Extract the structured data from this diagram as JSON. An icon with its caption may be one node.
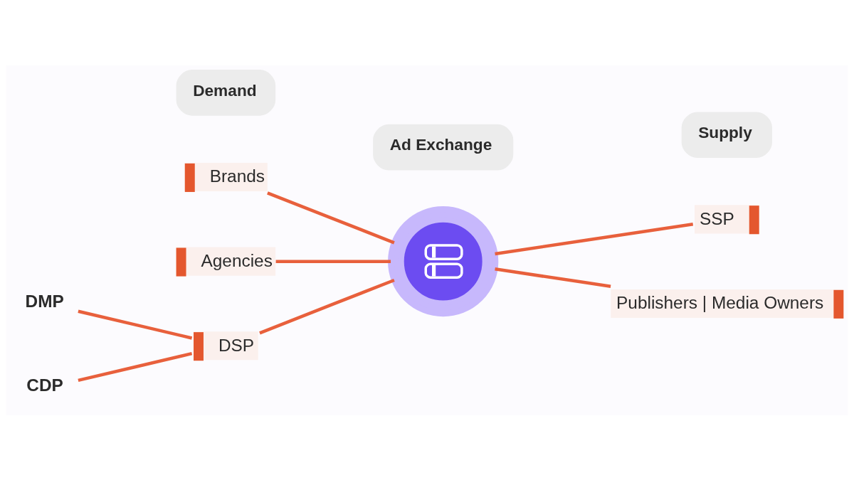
{
  "diagram": {
    "nodes": [
      {
        "text": [
          "Brands"
        ]
      },
      {
        "text": [
          "Agencies"
        ]
      },
      {
        "text": [
          "DMP"
        ]
      },
      {
        "text": [
          "CDP"
        ]
      },
      {
        "text": [
          "DSP"
        ]
      },
      {
        "text": [
          "Demand"
        ]
      },
      {
        "text": [
          "Ad Exchange"
        ]
      },
      {
        "text": [],
        "shape": "circle"
      },
      {
        "text": [
          "Supply"
        ]
      },
      {
        "text": [
          "SSP"
        ]
      },
      {
        "text": [
          "Publishers | Media Owners"
        ]
      }
    ],
    "edges": [
      {
        "from": 2,
        "to": 4,
        "arrow": "none"
      },
      {
        "from": 3,
        "to": 4,
        "arrow": "none"
      },
      {
        "from": 0,
        "to": 7,
        "arrow": "none"
      },
      {
        "from": 1,
        "to": 7,
        "arrow": "none"
      },
      {
        "from": 4,
        "to": 7,
        "arrow": "none"
      },
      {
        "from": 7,
        "to": 9,
        "arrow": "none"
      },
      {
        "from": 7,
        "to": 10,
        "arrow": "none"
      }
    ]
  }
}
